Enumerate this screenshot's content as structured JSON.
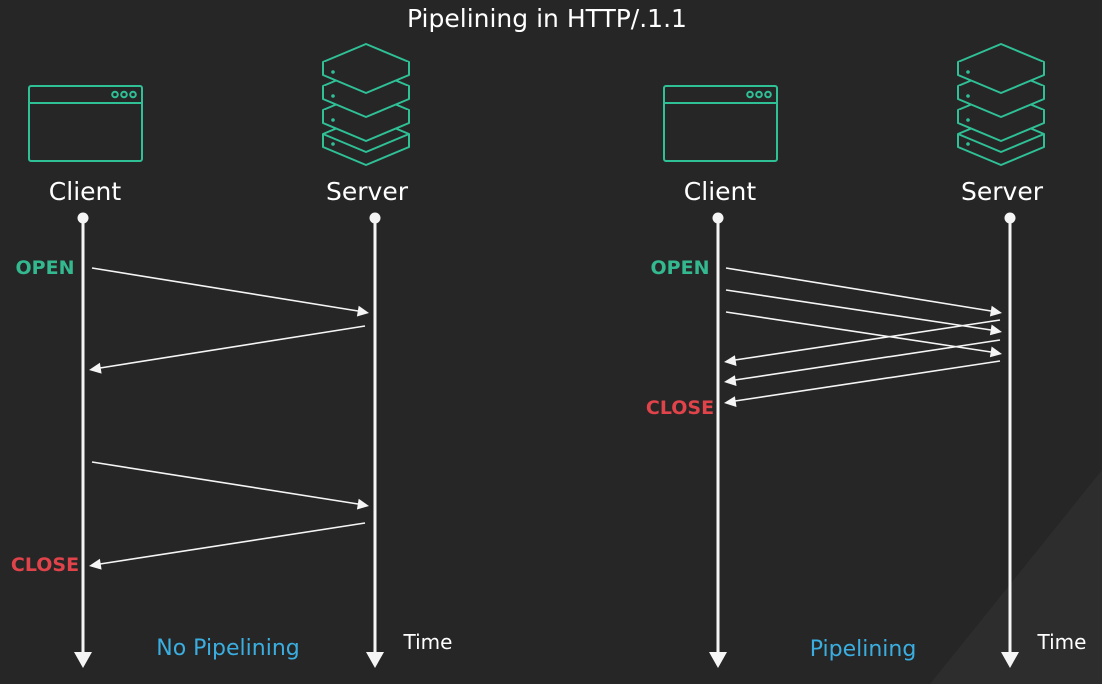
{
  "title": "Pipelining in HTTP/.1.1",
  "colors": {
    "background": "#262626",
    "icon": "#2fc096",
    "open": "#33b88f",
    "close": "#e0434a",
    "mode_label": "#3aaee0",
    "line": "#f5f5f5"
  },
  "panels": [
    {
      "id": "no-pipelining",
      "client_label": "Client",
      "server_label": "Server",
      "client_icon": "browser-window-icon",
      "server_icon": "server-stack-icon",
      "open_label": "OPEN",
      "close_label": "CLOSE",
      "time_label": "Time",
      "mode_label": "No Pipelining"
    },
    {
      "id": "pipelining",
      "client_label": "Client",
      "server_label": "Server",
      "client_icon": "browser-window-icon",
      "server_icon": "server-stack-icon",
      "open_label": "OPEN",
      "close_label": "CLOSE",
      "time_label": "Time",
      "mode_label": "Pipelining"
    }
  ]
}
